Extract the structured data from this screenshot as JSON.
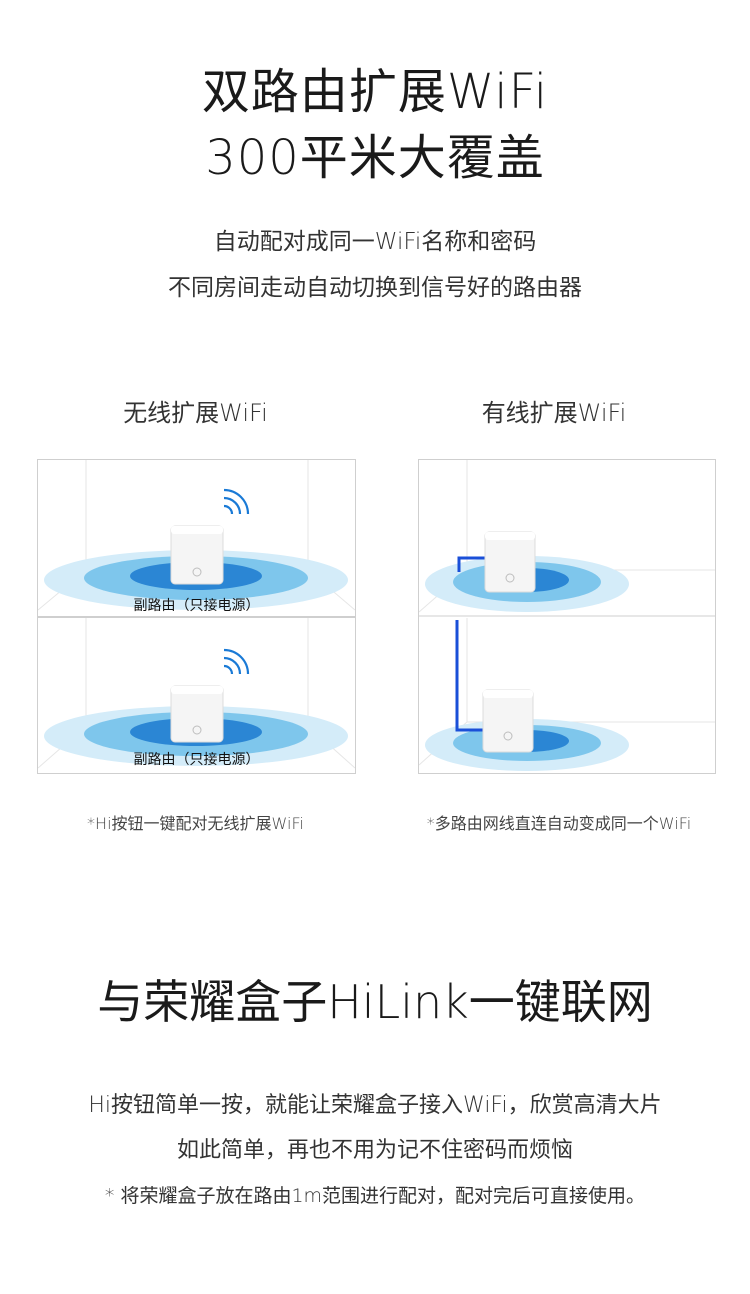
{
  "hero": {
    "title_line1": "双路由扩展WiFi",
    "title_line2": "300平米大覆盖",
    "desc_line1": "自动配对成同一WiFi名称和密码",
    "desc_line2": "不同房间走动自动切换到信号好的路由器"
  },
  "wireless": {
    "heading": "无线扩展WiFi",
    "router_label_top": "副路由（只接电源）",
    "router_label_bottom": "副路由（只接电源）",
    "note": "*Hi按钮一键配对无线扩展WiFi"
  },
  "wired": {
    "heading": "有线扩展WiFi",
    "note": "*多路由网线直连自动变成同一个WiFi"
  },
  "hilink": {
    "title": "与荣耀盒子HiLink一键联网",
    "desc_line1": "Hi按钮简单一按，就能让荣耀盒子接入WiFi，欣赏高清大片",
    "desc_line2": "如此简单，再也不用为记不住密码而烦恼",
    "note": "* 将荣耀盒子放在路由1m范围进行配对，配对完后可直接使用。"
  },
  "colors": {
    "ring_outer": "#cfe8f7",
    "ring_mid": "#6fbde8",
    "ring_inner": "#1f7fd0",
    "cable": "#1a4fd8",
    "wifi_waves": "#1a7ad6"
  }
}
